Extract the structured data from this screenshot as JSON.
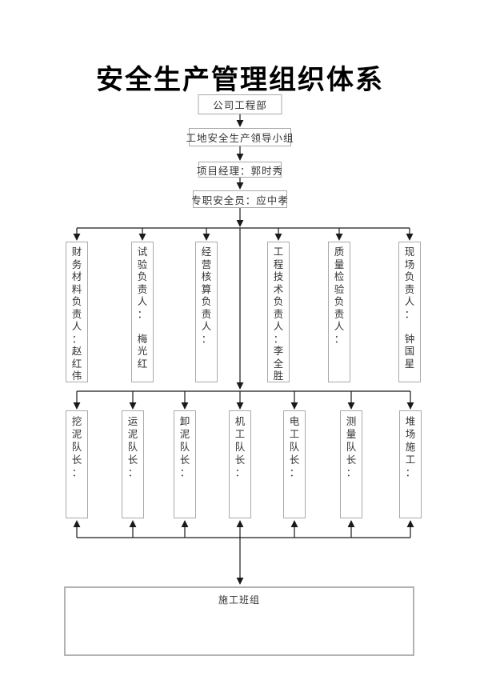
{
  "title": "安全生产管理组织体系",
  "chain": [
    "公司工程部",
    "工地安全生产领导小组",
    "项目经理：郭时秀",
    "专职安全员：应中孝"
  ],
  "level1": [
    "财务材料负责人：赵红伟",
    "试验负责人： 梅光红",
    "经营核算负责人：",
    "工程技术负责人：李全胜",
    "质量检验负责人：",
    "现场负责人： 钟国星"
  ],
  "level2": [
    "挖泥队长：",
    "运泥队长：",
    "卸泥队长：",
    "机工队长：",
    "电工队长：",
    "测量队长：",
    "堆场施工："
  ],
  "bottom_box": "施工班组",
  "colors": {
    "line": "#1a1a1a",
    "box_border": "#a9a9a9",
    "text": "#333333",
    "title": "#000000",
    "background": "#ffffff"
  }
}
